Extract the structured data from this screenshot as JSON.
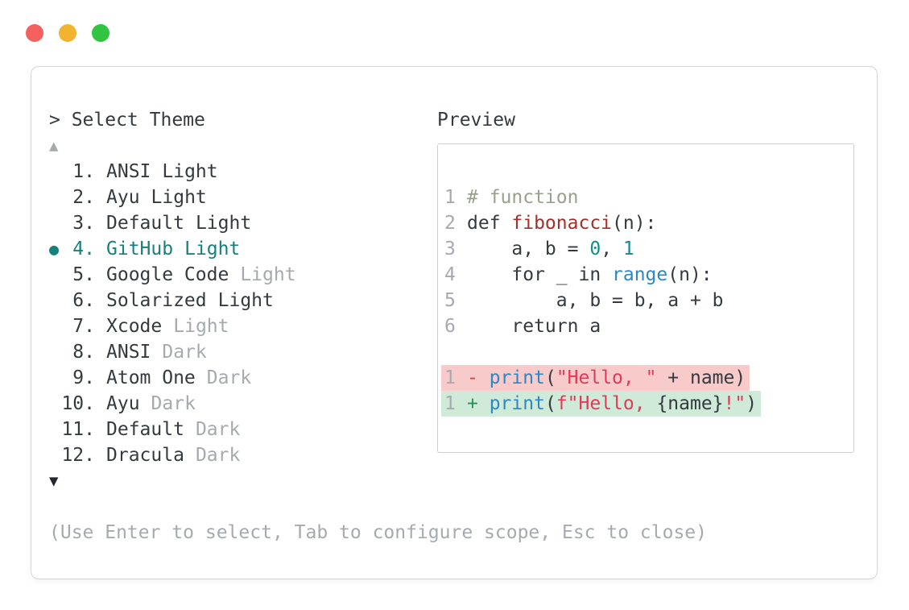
{
  "window_controls": {
    "close": "close",
    "minimize": "minimize",
    "zoom": "zoom"
  },
  "theme_picker": {
    "prompt": "> Select Theme",
    "scroll_up": "▲",
    "scroll_down": "▼",
    "selected_marker": "●",
    "items": [
      {
        "number": "1",
        "name": "ANSI",
        "suffix": "Light",
        "muted_suffix": false,
        "selected": false
      },
      {
        "number": "2",
        "name": "Ayu",
        "suffix": "Light",
        "muted_suffix": false,
        "selected": false
      },
      {
        "number": "3",
        "name": "Default",
        "suffix": "Light",
        "muted_suffix": false,
        "selected": false
      },
      {
        "number": "4",
        "name": "GitHub",
        "suffix": "Light",
        "muted_suffix": false,
        "selected": true
      },
      {
        "number": "5",
        "name": "Google Code",
        "suffix": "Light",
        "muted_suffix": true,
        "selected": false
      },
      {
        "number": "6",
        "name": "Solarized",
        "suffix": "Light",
        "muted_suffix": false,
        "selected": false
      },
      {
        "number": "7",
        "name": "Xcode",
        "suffix": "Light",
        "muted_suffix": true,
        "selected": false
      },
      {
        "number": "8",
        "name": "ANSI",
        "suffix": "Dark",
        "muted_suffix": true,
        "selected": false
      },
      {
        "number": "9",
        "name": "Atom One",
        "suffix": "Dark",
        "muted_suffix": true,
        "selected": false
      },
      {
        "number": "10",
        "name": "Ayu",
        "suffix": "Dark",
        "muted_suffix": true,
        "selected": false
      },
      {
        "number": "11",
        "name": "Default",
        "suffix": "Dark",
        "muted_suffix": true,
        "selected": false
      },
      {
        "number": "12",
        "name": "Dracula",
        "suffix": "Dark",
        "muted_suffix": true,
        "selected": false
      }
    ],
    "help": "(Use Enter to select, Tab to configure scope, Esc to close)"
  },
  "preview": {
    "title": "Preview",
    "code_lines": [
      {
        "num": "1",
        "diff": "",
        "segments": [
          {
            "t": "# function",
            "c": "comment"
          }
        ]
      },
      {
        "num": "2",
        "diff": "",
        "segments": [
          {
            "t": "def ",
            "c": "code"
          },
          {
            "t": "fibonacci",
            "c": "func"
          },
          {
            "t": "(n):",
            "c": "code"
          }
        ]
      },
      {
        "num": "3",
        "diff": "",
        "segments": [
          {
            "t": "    a, b = ",
            "c": "code"
          },
          {
            "t": "0",
            "c": "num"
          },
          {
            "t": ", ",
            "c": "code"
          },
          {
            "t": "1",
            "c": "num"
          }
        ]
      },
      {
        "num": "4",
        "diff": "",
        "segments": [
          {
            "t": "    for _ in ",
            "c": "code"
          },
          {
            "t": "range",
            "c": "builtin"
          },
          {
            "t": "(n):",
            "c": "code"
          }
        ]
      },
      {
        "num": "5",
        "diff": "",
        "segments": [
          {
            "t": "        a, b = b, a + b",
            "c": "code"
          }
        ]
      },
      {
        "num": "6",
        "diff": "",
        "segments": [
          {
            "t": "    return a",
            "c": "code"
          }
        ]
      },
      {
        "num": "",
        "diff": "",
        "segments": []
      },
      {
        "num": "1",
        "diff": "minus",
        "segments": [
          {
            "t": "- ",
            "c": "dminus"
          },
          {
            "t": "print",
            "c": "builtin"
          },
          {
            "t": "(",
            "c": "code"
          },
          {
            "t": "\"Hello, \"",
            "c": "str"
          },
          {
            "t": " + name)",
            "c": "code"
          }
        ]
      },
      {
        "num": "1",
        "diff": "plus",
        "segments": [
          {
            "t": "+ ",
            "c": "dplus"
          },
          {
            "t": "print",
            "c": "builtin"
          },
          {
            "t": "(",
            "c": "code"
          },
          {
            "t": "f\"Hello, ",
            "c": "str"
          },
          {
            "t": "{name}",
            "c": "code"
          },
          {
            "t": "!\"",
            "c": "str"
          },
          {
            "t": ")",
            "c": "code"
          }
        ]
      }
    ]
  },
  "colors": {
    "traffic_red": "#f4605c",
    "traffic_yellow": "#f2b32e",
    "traffic_green": "#30c440",
    "window_border": "#d6d6d6",
    "preview_border": "#cfcfcf",
    "text_dark": "#343a40",
    "text_muted": "#a6aaae",
    "arrow_dark": "#24282c",
    "accent_teal": "#15807e",
    "comment_green": "#99a18d",
    "function_red": "#a3302b",
    "number_teal": "#178a8c",
    "builtin_blue": "#2e87c5",
    "string_crimson": "#e03a59",
    "diff_minus_bg": "#f8cbca",
    "diff_plus_bg": "#cfead8",
    "diff_minus_sign": "#cb4848",
    "diff_plus_sign": "#2e8f5e"
  }
}
